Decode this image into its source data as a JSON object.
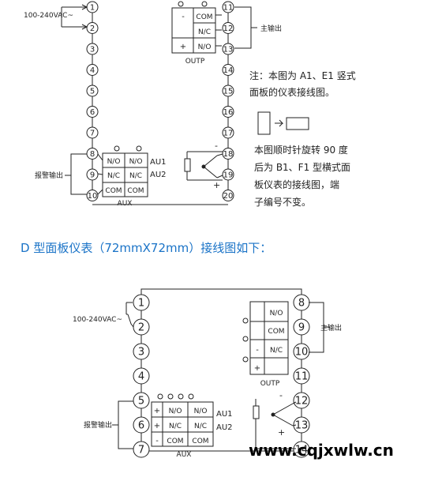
{
  "top_diagram": {
    "voltage_label": "100-240VAC~",
    "left_terminals": [
      "1",
      "2",
      "3",
      "4",
      "5",
      "6",
      "7",
      "8",
      "9",
      "10"
    ],
    "right_terminals": [
      "11",
      "12",
      "13",
      "14",
      "15",
      "16",
      "17",
      "18",
      "19",
      "20"
    ],
    "outp": {
      "rows": [
        [
          "-",
          "COM"
        ],
        [
          "",
          "N/C"
        ],
        [
          "+",
          "N/O"
        ]
      ],
      "label": "OUTP"
    },
    "aux": {
      "rows": [
        [
          "N/O",
          "N/O"
        ],
        [
          "N/C",
          "N/C"
        ],
        [
          "COM",
          "COM"
        ]
      ],
      "label": "AUX",
      "au1": "AU1",
      "au2": "AU2"
    },
    "main_output": "主输出",
    "alarm_output": "报警输出",
    "sensor_minus": "-",
    "sensor_plus": "+",
    "note_lines": [
      "注：本图为 A1、E1 竖式",
      "面板的仪表接线图。"
    ],
    "rotate_lines": [
      "本图顺时针旋转 90 度",
      "后为 B1、F1 型横式面",
      "板仪表的接线图，端",
      "子编号不变。"
    ]
  },
  "heading": "D 型面板仪表（72mmX72mm）接线图如下：",
  "bottom_diagram": {
    "voltage_label": "100-240VAC~",
    "left_terminals": [
      "1",
      "2",
      "3",
      "4",
      "5",
      "6",
      "7"
    ],
    "right_terminals": [
      "8",
      "9",
      "10",
      "11",
      "12",
      "13",
      "14"
    ],
    "outp": {
      "rows": [
        [
          "",
          "N/O"
        ],
        [
          "",
          "COM"
        ],
        [
          "-",
          "N/C"
        ],
        [
          "+",
          ""
        ]
      ],
      "label": "OUTP"
    },
    "aux": {
      "rows": [
        [
          "+",
          "N/O",
          "N/O"
        ],
        [
          "+",
          "N/C",
          "N/C"
        ],
        [
          "-",
          "COM",
          "COM"
        ]
      ],
      "label": "AUX",
      "au1": "AU1",
      "au2": "AU2"
    },
    "main_output": "主输出",
    "alarm_output": "报警输出",
    "sensor_minus": "-",
    "sensor_plus": "+"
  },
  "watermark": "www.cqjxwlw.cn"
}
